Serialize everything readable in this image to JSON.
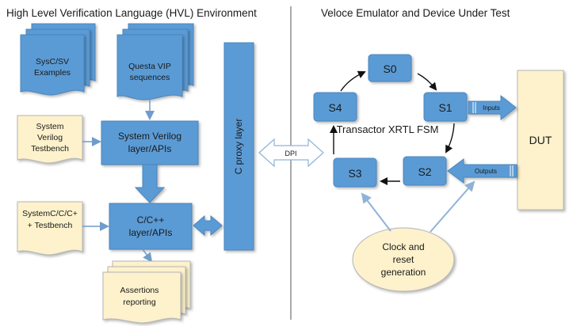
{
  "headers": {
    "left": "High Level Verification Language (HVL) Environment",
    "right": "Veloce Emulator and Device Under Test"
  },
  "docs": {
    "sysc_sv": [
      "SysC/SV",
      "Examples"
    ],
    "questa_vip": [
      "Questa VIP",
      "sequences"
    ],
    "sv_testbench": [
      "System",
      "Verilog",
      "Testbench"
    ],
    "sysc_testbench": [
      "SystemC/C/C+",
      "+ Testbench"
    ],
    "assertions": [
      "Assertions",
      "reporting"
    ]
  },
  "boxes": {
    "sv_layer": [
      "System Verilog",
      "layer/APIs"
    ],
    "c_layer": [
      "C/C++",
      "layer/APIs"
    ],
    "c_proxy": "C proxy layer"
  },
  "dpi": "DPI",
  "fsm": {
    "title": "Transactor XRTL FSM",
    "states": [
      "S0",
      "S1",
      "S2",
      "S3",
      "S4"
    ]
  },
  "dut": "DUT",
  "signals": {
    "inputs": "Inputs",
    "outputs": "Outputs"
  },
  "clock": [
    "Clock and",
    "reset",
    "generation"
  ],
  "colors": {
    "box_fill": "#5b9bd5",
    "box_stroke": "#4a86bd",
    "doc_fill": "#fdf2cc",
    "doc_stroke": "#b5b5b5",
    "ellipse_fill": "#fdf2cc",
    "arrow_light": "#8fb3d6"
  }
}
